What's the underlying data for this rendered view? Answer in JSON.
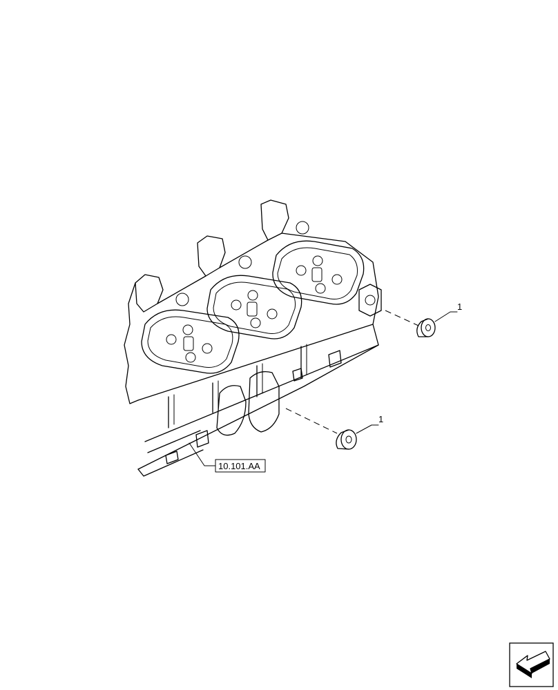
{
  "diagram": {
    "callouts": [
      {
        "label": "1"
      },
      {
        "label": "1"
      }
    ],
    "reference_box": {
      "label": "10.101.AA"
    },
    "nav_icon": "next-page-arrow-icon"
  }
}
